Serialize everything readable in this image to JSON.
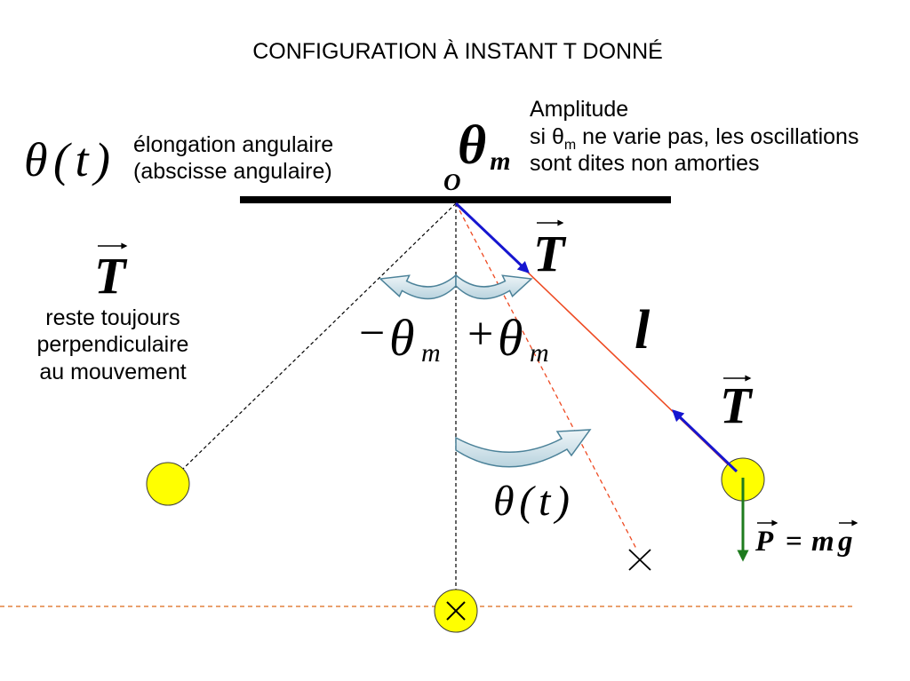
{
  "title": "CONFIGURATION À INSTANT T DONNÉ",
  "elongation": {
    "symbol": "θ(t)",
    "label_line_1": "élongation angulaire",
    "label_line_2": "(abscisse angulaire)"
  },
  "amplitude": {
    "symbol": "θ",
    "subscript": "m",
    "heading": "Amplitude",
    "condition_prefix": "si θ",
    "condition_suffix": " ne varie pas, les oscillations",
    "conclusion": "sont dites non amorties"
  },
  "pivot_label": "O",
  "tension": {
    "symbol": "T",
    "note_lines": [
      "reste toujours",
      "perpendiculaire",
      "au mouvement"
    ]
  },
  "angle_limits": {
    "minus_sign": "−",
    "plus_sign": "+"
  },
  "length_label": "l",
  "current_angle": "θ(t)",
  "weight_equation": {
    "weight": "P",
    "equals": "=",
    "mass": "m",
    "gravity": "g"
  },
  "colors": {
    "background": "#ffffff",
    "support_bar": "#000000",
    "guide_line": "#000000",
    "thread": "#ee4a22",
    "reference_line": "#e3823f",
    "tension_vector": "#1616d0",
    "weight_vector": "#1e7b1e",
    "vector_arrow": "#000000",
    "bob": "#ffff00",
    "bob_outline": "#3a3a3a",
    "mark": "#000000",
    "rotation_arrow_light": "#eef5f8",
    "rotation_arrow_fill": "#b9d3de",
    "rotation_arrow_stroke": "#4c8299"
  }
}
